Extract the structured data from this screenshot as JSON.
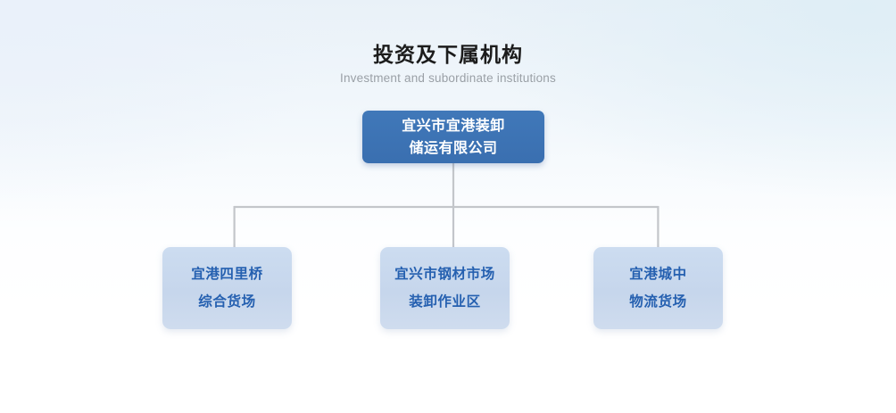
{
  "heading": {
    "title": "投资及下属机构",
    "subtitle": "Investment and subordinate institutions"
  },
  "colors": {
    "root_node_fill": "#3c72b4",
    "root_node_text": "#ffffff",
    "child_node_fill": "#c8d8ef",
    "child_node_text": "#2560b0",
    "connector_line": "#c3c6ca",
    "title_text": "#1c1c1c",
    "subtitle_text": "#9aa0a6",
    "background_top": "#e9f1f8",
    "background_bottom": "#ffffff"
  },
  "org_chart": {
    "root": {
      "lines": [
        "宜兴市宜港装卸",
        "储运有限公司"
      ]
    },
    "children": [
      {
        "lines": [
          "宜港四里桥",
          "综合货场"
        ]
      },
      {
        "lines": [
          "宜兴市钢材市场",
          "装卸作业区"
        ]
      },
      {
        "lines": [
          "宜港城中",
          "物流货场"
        ]
      }
    ]
  }
}
